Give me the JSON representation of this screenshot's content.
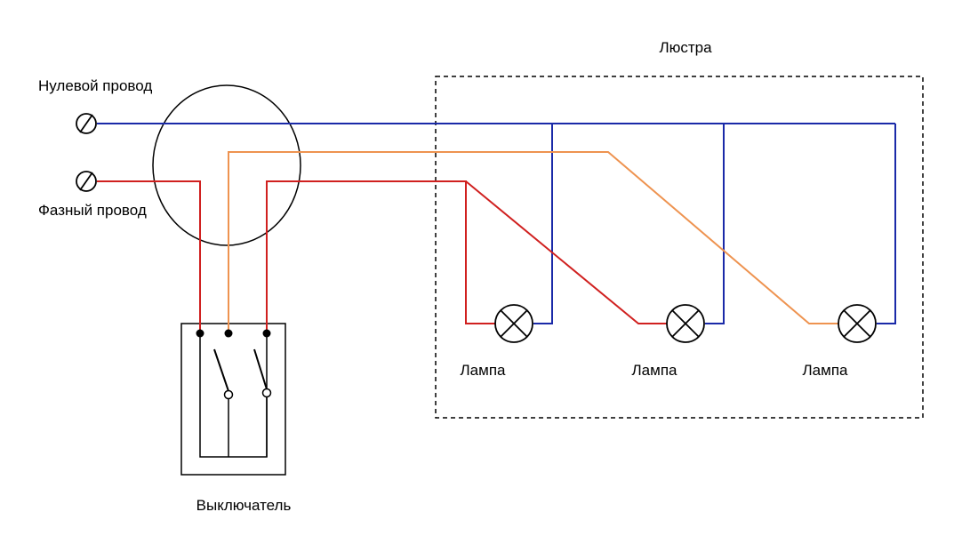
{
  "labels": {
    "neutral_wire": "Нулевой провод",
    "phase_wire": "Фазный провод",
    "chandelier": "Люстра",
    "switch": "Выключатель",
    "lamp_1": "Лампа",
    "lamp_2": "Лампа",
    "lamp_3": "Лампа"
  },
  "colors": {
    "neutral": "#1a2aa8",
    "phase": "#d0201f",
    "switched": "#ee9350",
    "outline": "#000000",
    "background": "#ffffff"
  }
}
